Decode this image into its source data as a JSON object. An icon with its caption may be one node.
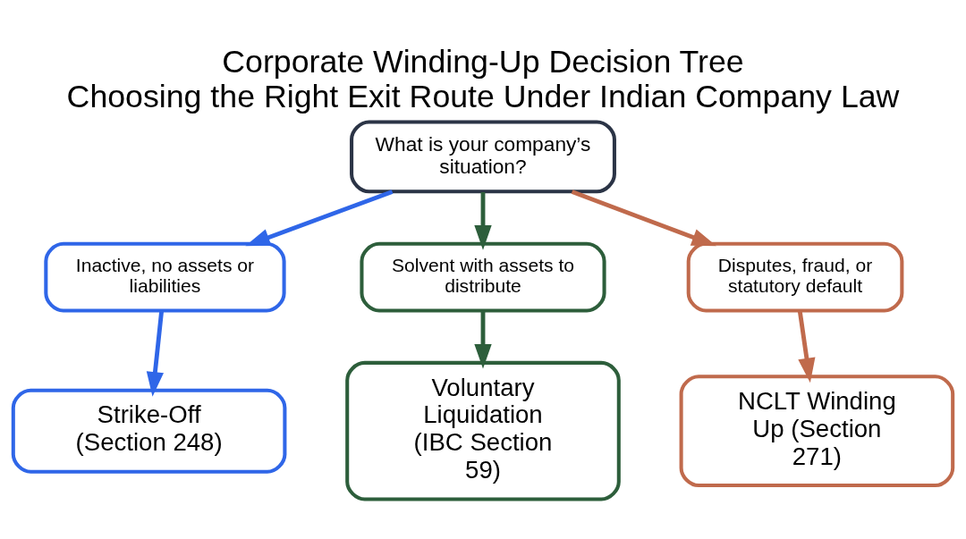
{
  "diagram": {
    "title": "Corporate Winding-Up Decision Tree",
    "caption": "Choosing the Right Exit Route Under Indian Company Law",
    "nodes": [
      {
        "text": [
          "What is your company’s situation?"
        ]
      },
      {
        "text": [
          "Inactive, no assets or liabilities"
        ]
      },
      {
        "text": [
          "Solvent with assets to distribute"
        ]
      },
      {
        "text": [
          "Disputes, fraud, or statutory default"
        ]
      },
      {
        "text": [
          "Strike-Off (Section 248)"
        ]
      },
      {
        "text": [
          "Voluntary Liquidation (IBC Section 59)"
        ]
      },
      {
        "text": [
          "NCLT Winding Up (Section 271)"
        ]
      }
    ],
    "edges": [
      {
        "from": 0,
        "to": 1,
        "arrow": "to",
        "color": "#2f66e8"
      },
      {
        "from": 0,
        "to": 2,
        "arrow": "to",
        "color": "#2d5e3b"
      },
      {
        "from": 0,
        "to": 3,
        "arrow": "to",
        "color": "#c06a4c"
      },
      {
        "from": 1,
        "to": 4,
        "arrow": "to",
        "color": "#2f66e8"
      },
      {
        "from": 2,
        "to": 5,
        "arrow": "to",
        "color": "#2d5e3b"
      },
      {
        "from": 3,
        "to": 6,
        "arrow": "to",
        "color": "#c06a4c"
      }
    ]
  }
}
